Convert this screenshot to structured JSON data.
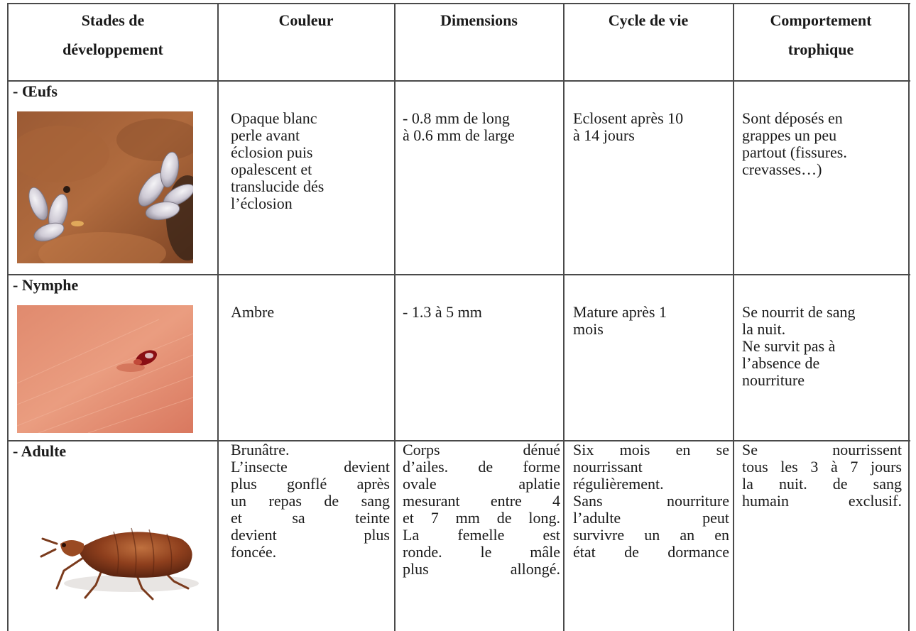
{
  "headers": {
    "stage": "Stades de\ndéveloppement",
    "color": "Couleur",
    "dimensions": "Dimensions",
    "lifecycle": "Cycle de vie",
    "feeding": "Comportement\ntrophique"
  },
  "rows": [
    {
      "stage": "- Œufs",
      "image": "bed-bug-eggs-photo",
      "color": "Opaque blanc\nperle avant\néclosion puis\nopalescent et\ntranslucide dés\nl’éclosion",
      "dimensions": "- 0.8 mm de long\nà 0.6 mm de large",
      "lifecycle": "Eclosent après 10\nà 14 jours",
      "feeding": "Sont déposés en\ngrappes un peu\npartout (fissures.\ncrevasses…)"
    },
    {
      "stage": "- Nymphe",
      "image": "bed-bug-nymph-photo",
      "color": "Ambre",
      "dimensions": "- 1.3 à 5 mm",
      "lifecycle": "Mature après 1\nmois",
      "feeding": "Se nourrit de sang\nla nuit.\nNe survit pas à\nl’absence de\nnourriture"
    },
    {
      "stage": "- Adulte",
      "image": "adult-bed-bug-photo",
      "color": "Brunâtre.\nL’insecte devient\nplus gonflé après\nun repas de sang\net sa teinte\ndevient plus\nfoncée.",
      "dimensions": "Corps dénué\nd’ailes. de forme\novale aplatie\nmesurant entre 4\net 7 mm de long.\nLa femelle est\nronde. le mâle\nplus allongé.",
      "lifecycle": "Six mois en se\nnourrissant\nrégulièrement.\nSans nourriture\nl’adulte peut\nsurvivre un an en\nétat de dormance",
      "feeding": "Se nourrissent\ntous les 3 à 7 jours\nla nuit. de sang\nhumain exclusif."
    }
  ]
}
